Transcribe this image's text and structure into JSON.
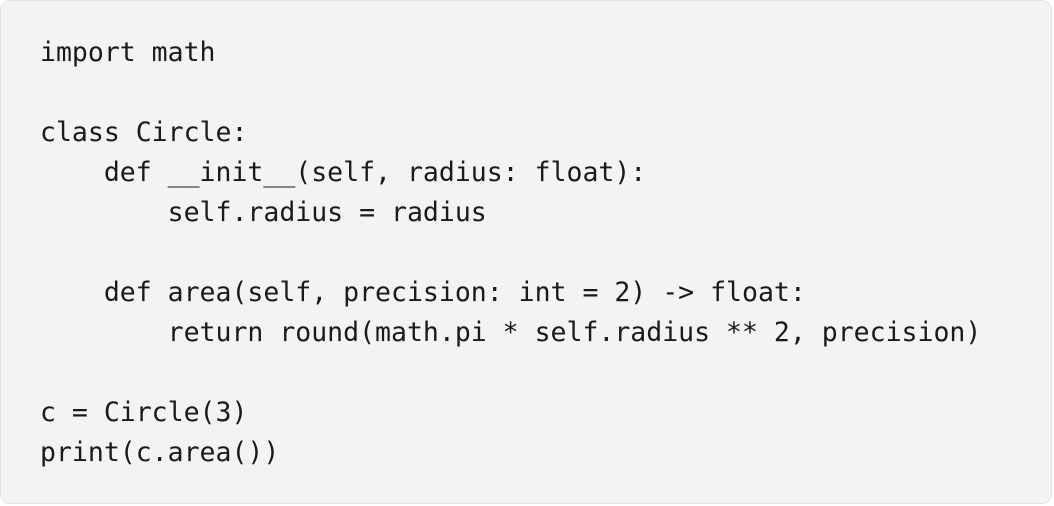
{
  "code_block": {
    "language": "python",
    "lines": [
      "import math",
      "",
      "class Circle:",
      "    def __init__(self, radius: float):",
      "        self.radius = radius",
      "",
      "    def area(self, precision: int = 2) -> float:",
      "        return round(math.pi * self.radius ** 2, precision)",
      "",
      "c = Circle(3)",
      "print(c.area())"
    ]
  },
  "colors": {
    "background": "#f2f3f5",
    "border": "#e1e3e7",
    "text": "#1a1a1a"
  }
}
